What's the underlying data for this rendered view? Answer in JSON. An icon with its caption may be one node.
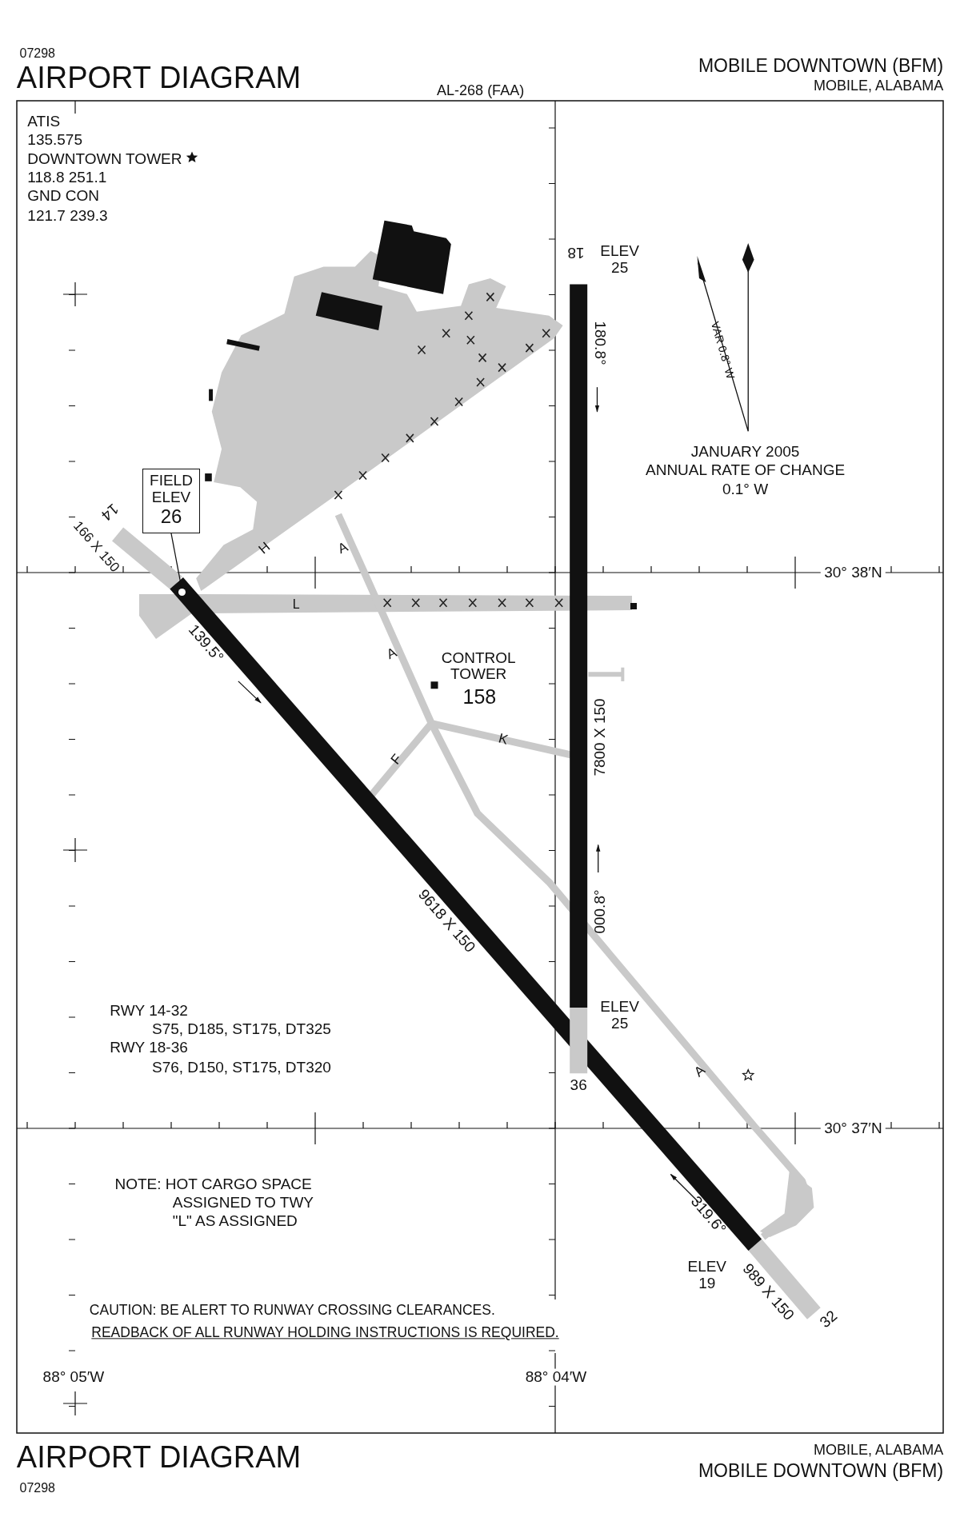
{
  "diagram": {
    "title": "AIRPORT DIAGRAM",
    "nodes": [
      {
        "text": [
          "FIELD ELEV",
          "26"
        ]
      },
      {
        "text": [],
        "shape": "circle"
      }
    ],
    "edges": [
      {
        "from": 0,
        "to": 1,
        "arrow": "none"
      }
    ],
    "labels": [
      "07298",
      "AL-268 (FAA)",
      "MOBILE DOWNTOWN (BFM)",
      "MOBILE, ALABAMA",
      "ATIS",
      "135.575",
      "DOWNTOWN TOWER",
      "118.8 251.1",
      "GND CON",
      "121.7 239.3",
      "18",
      "ELEV 25",
      "180.8°",
      "VAR 0.8° W",
      "JANUARY 2005",
      "ANNUAL RATE OF CHANGE",
      "0.1° W",
      "14",
      "166 X 150",
      "H",
      "A",
      "30° 38′N",
      "L",
      "139.5°",
      "A",
      "CONTROL TOWER",
      "158",
      "K",
      "F",
      "7800 X 150",
      "9618 X 150",
      "000.8°",
      "RWY 14-32",
      "S75, D185, ST175, DT325",
      "RWY 18-36",
      "S76, D150, ST175, DT320",
      "ELEV 25",
      "36",
      "A",
      "30° 37′N",
      "NOTE: HOT CARGO SPACE",
      "ASSIGNED TO TWY",
      "\"L\" AS ASSIGNED",
      "319.6°",
      "ELEV 19",
      "989 X 150",
      "32",
      "CAUTION: BE ALERT TO RUNWAY CROSSING CLEARANCES.",
      "READBACK OF ALL RUNWAY HOLDING INSTRUCTIONS IS REQUIRED.",
      "88° 05′W",
      "88° 04′W",
      "AIRPORT DIAGRAM",
      "MOBILE, ALABAMA",
      "MOBILE DOWNTOWN (BFM)",
      "07298"
    ]
  }
}
